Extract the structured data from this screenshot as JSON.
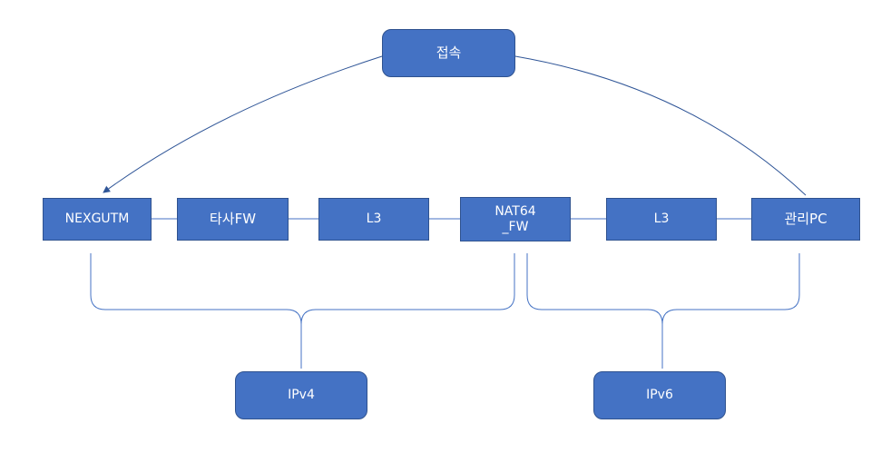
{
  "diagram": {
    "top_node": {
      "label": "접속"
    },
    "chain": [
      {
        "id": "nexgutm",
        "label": "NEXGUTM"
      },
      {
        "id": "other-fw",
        "label": "타사FW"
      },
      {
        "id": "l3-left",
        "label": "L3"
      },
      {
        "id": "nat64-fw",
        "label": "NAT64\n_FW"
      },
      {
        "id": "l3-right",
        "label": "L3"
      },
      {
        "id": "admin-pc",
        "label": "관리PC"
      }
    ],
    "groups": [
      {
        "id": "ipv4",
        "label": "IPv4"
      },
      {
        "id": "ipv6",
        "label": "IPv6"
      }
    ],
    "colors": {
      "node_fill": "#4472C4",
      "node_border": "#2F528F",
      "line": "#4472C4",
      "text": "#FFFFFF"
    }
  }
}
